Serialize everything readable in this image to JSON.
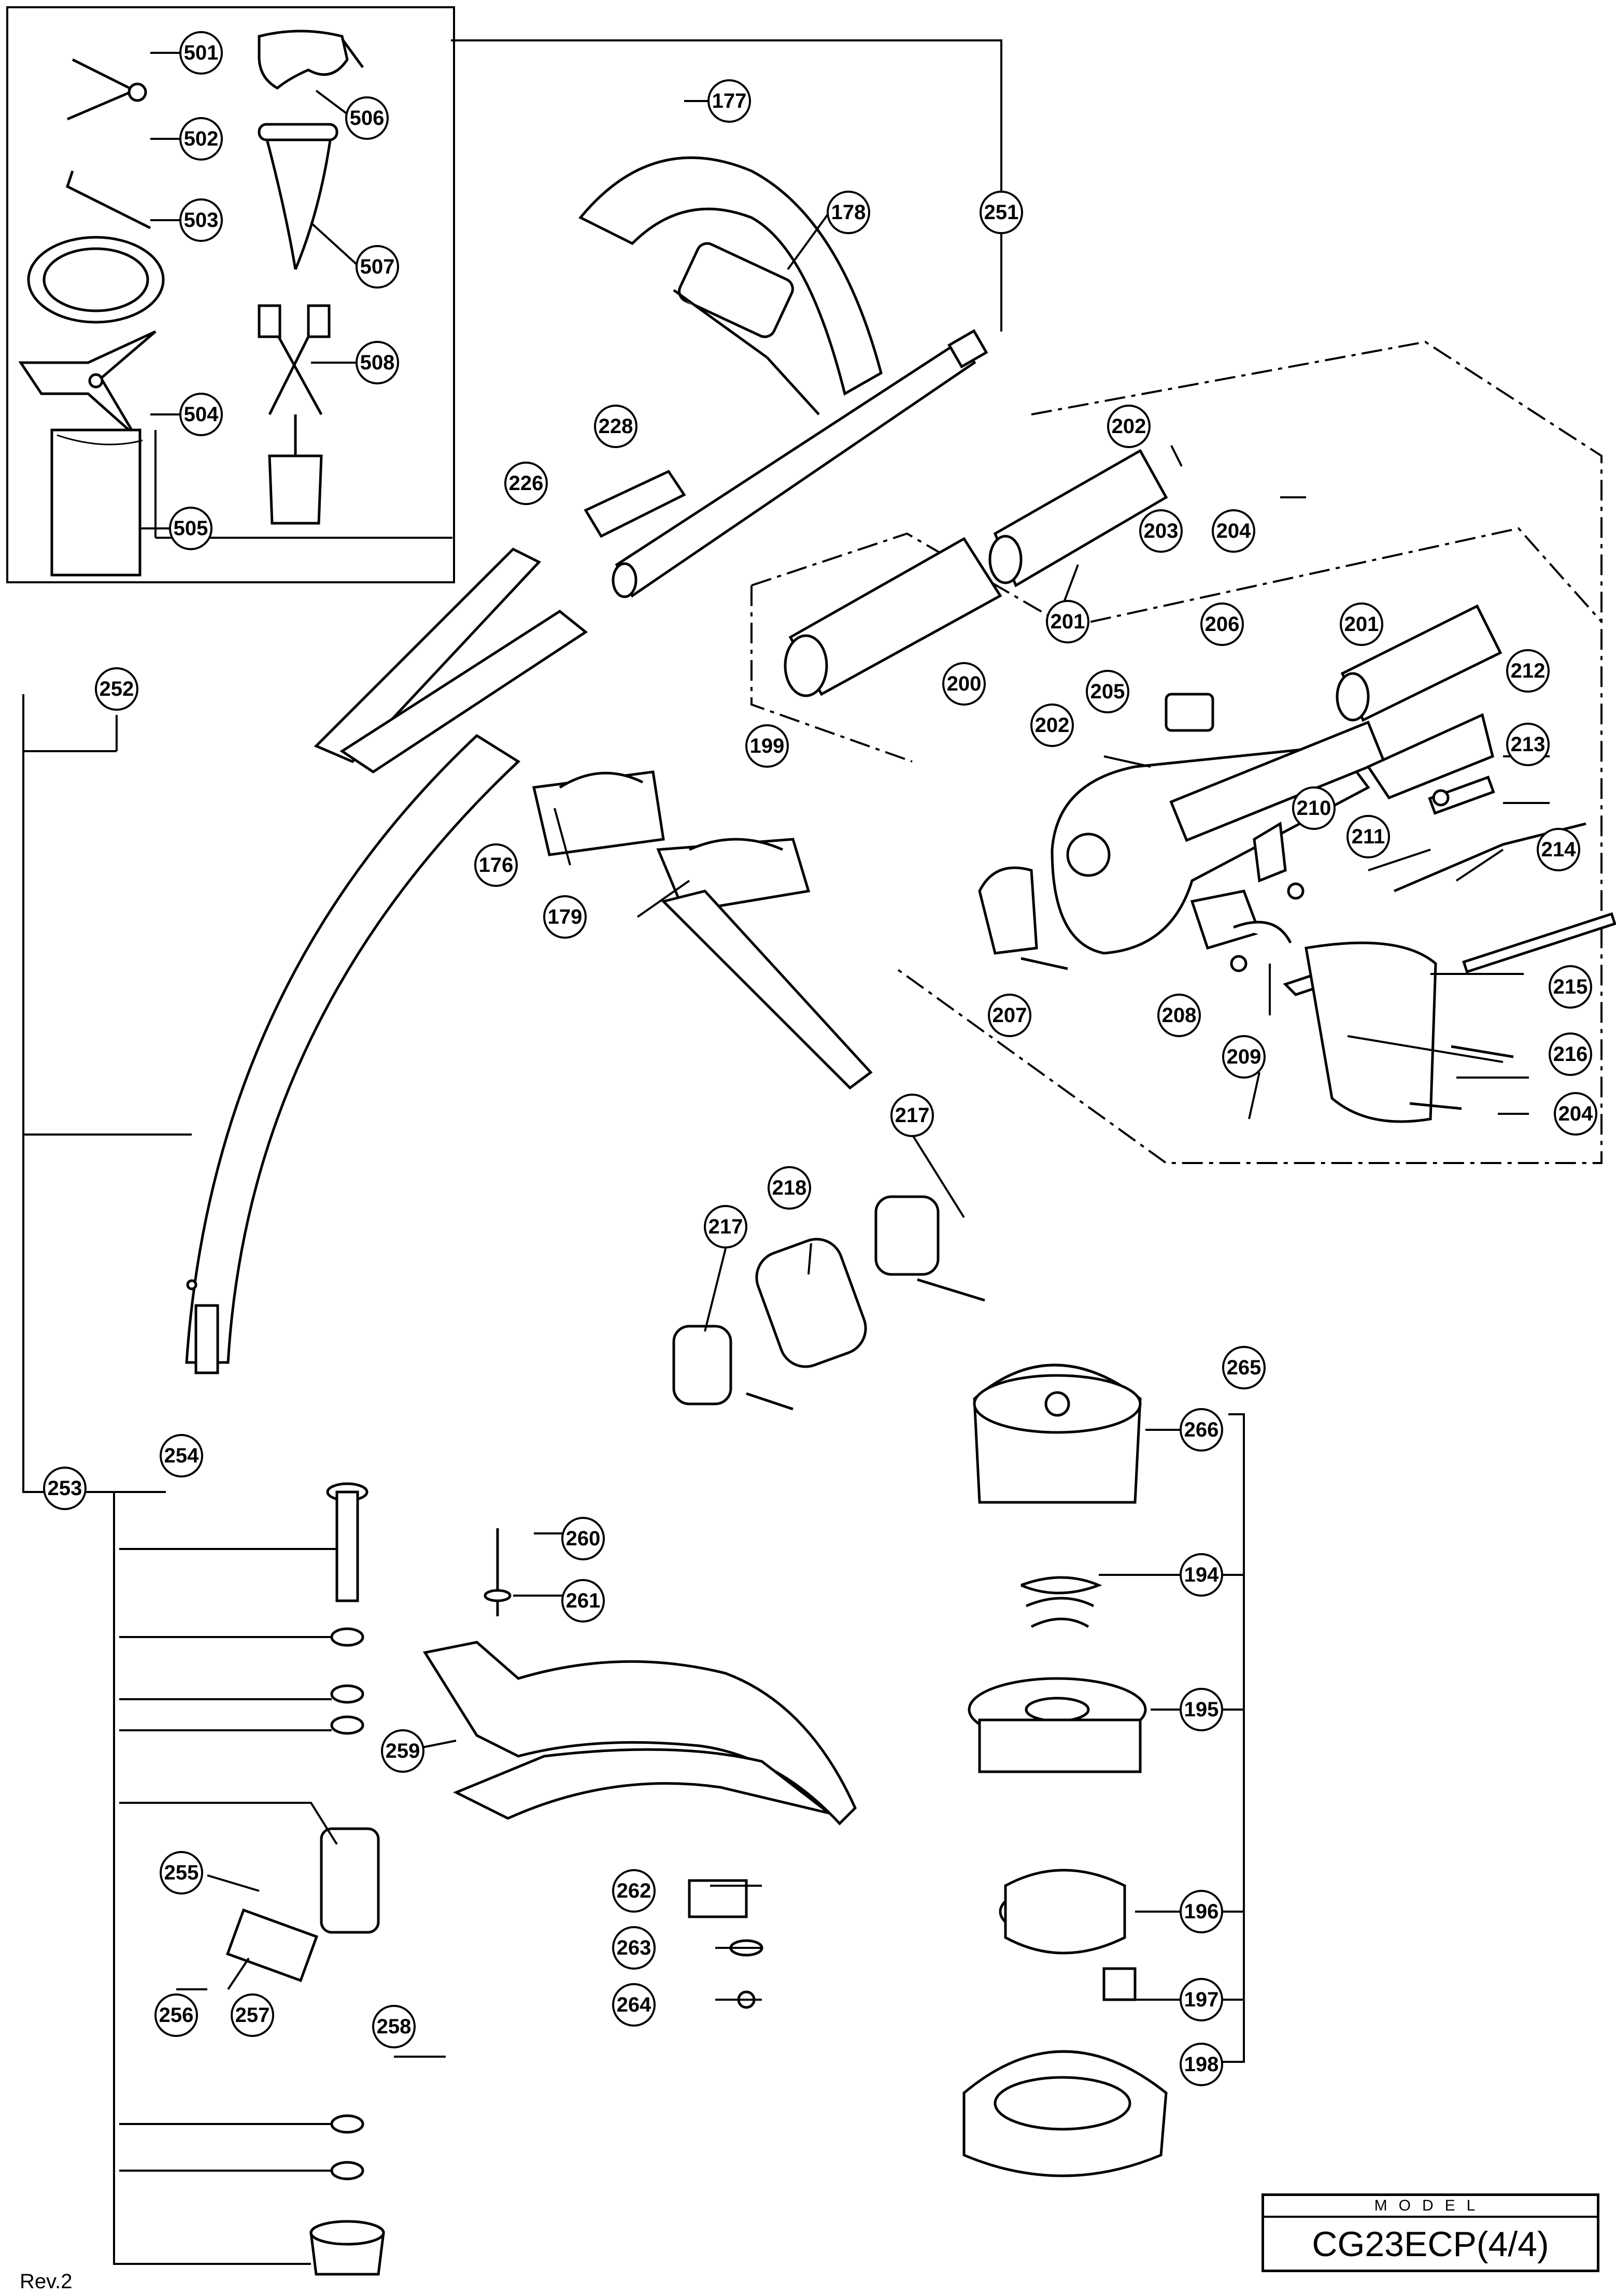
{
  "model": {
    "caption": "MODEL",
    "name": "CG23ECP(4/4)"
  },
  "revision": "Rev.2",
  "parts": [
    "501",
    "502",
    "503",
    "504",
    "505",
    "506",
    "507",
    "508",
    "177",
    "178",
    "251",
    "228",
    "226",
    "252",
    "176",
    "179",
    "199",
    "200",
    "201",
    "202",
    "203",
    "204",
    "205",
    "206",
    "207",
    "208",
    "209",
    "210",
    "211",
    "212",
    "213",
    "214",
    "215",
    "216",
    "217",
    "218",
    "253",
    "254",
    "255",
    "256",
    "257",
    "258",
    "259",
    "260",
    "261",
    "262",
    "263",
    "264",
    "265",
    "266",
    "194",
    "195",
    "196",
    "197",
    "198"
  ],
  "labels": [
    {
      "id": "501",
      "text": "501"
    },
    {
      "id": "502",
      "text": "502"
    },
    {
      "id": "503",
      "text": "503"
    },
    {
      "id": "504",
      "text": "504"
    },
    {
      "id": "505",
      "text": "505"
    },
    {
      "id": "506",
      "text": "506"
    },
    {
      "id": "507",
      "text": "507"
    },
    {
      "id": "508",
      "text": "508"
    },
    {
      "id": "177",
      "text": "177"
    },
    {
      "id": "178",
      "text": "178"
    },
    {
      "id": "251",
      "text": "251"
    },
    {
      "id": "228",
      "text": "228"
    },
    {
      "id": "226",
      "text": "226"
    },
    {
      "id": "252",
      "text": "252"
    },
    {
      "id": "176",
      "text": "176"
    },
    {
      "id": "179",
      "text": "179"
    },
    {
      "id": "199",
      "text": "199"
    },
    {
      "id": "200",
      "text": "200"
    },
    {
      "id": "201a",
      "text": "201"
    },
    {
      "id": "201b",
      "text": "201"
    },
    {
      "id": "202a",
      "text": "202"
    },
    {
      "id": "202b",
      "text": "202"
    },
    {
      "id": "203",
      "text": "203"
    },
    {
      "id": "204a",
      "text": "204"
    },
    {
      "id": "204b",
      "text": "204"
    },
    {
      "id": "205",
      "text": "205"
    },
    {
      "id": "206",
      "text": "206"
    },
    {
      "id": "207",
      "text": "207"
    },
    {
      "id": "208",
      "text": "208"
    },
    {
      "id": "209",
      "text": "209"
    },
    {
      "id": "210",
      "text": "210"
    },
    {
      "id": "211",
      "text": "211"
    },
    {
      "id": "212",
      "text": "212"
    },
    {
      "id": "213",
      "text": "213"
    },
    {
      "id": "214",
      "text": "214"
    },
    {
      "id": "215",
      "text": "215"
    },
    {
      "id": "216",
      "text": "216"
    },
    {
      "id": "217a",
      "text": "217"
    },
    {
      "id": "217b",
      "text": "217"
    },
    {
      "id": "218",
      "text": "218"
    },
    {
      "id": "253",
      "text": "253"
    },
    {
      "id": "254",
      "text": "254"
    },
    {
      "id": "255",
      "text": "255"
    },
    {
      "id": "256",
      "text": "256"
    },
    {
      "id": "257",
      "text": "257"
    },
    {
      "id": "258",
      "text": "258"
    },
    {
      "id": "259",
      "text": "259"
    },
    {
      "id": "260",
      "text": "260"
    },
    {
      "id": "261",
      "text": "261"
    },
    {
      "id": "262",
      "text": "262"
    },
    {
      "id": "263",
      "text": "263"
    },
    {
      "id": "264",
      "text": "264"
    },
    {
      "id": "265",
      "text": "265"
    },
    {
      "id": "266",
      "text": "266"
    },
    {
      "id": "194",
      "text": "194"
    },
    {
      "id": "195",
      "text": "195"
    },
    {
      "id": "196",
      "text": "196"
    },
    {
      "id": "197",
      "text": "197"
    },
    {
      "id": "198",
      "text": "198"
    }
  ]
}
